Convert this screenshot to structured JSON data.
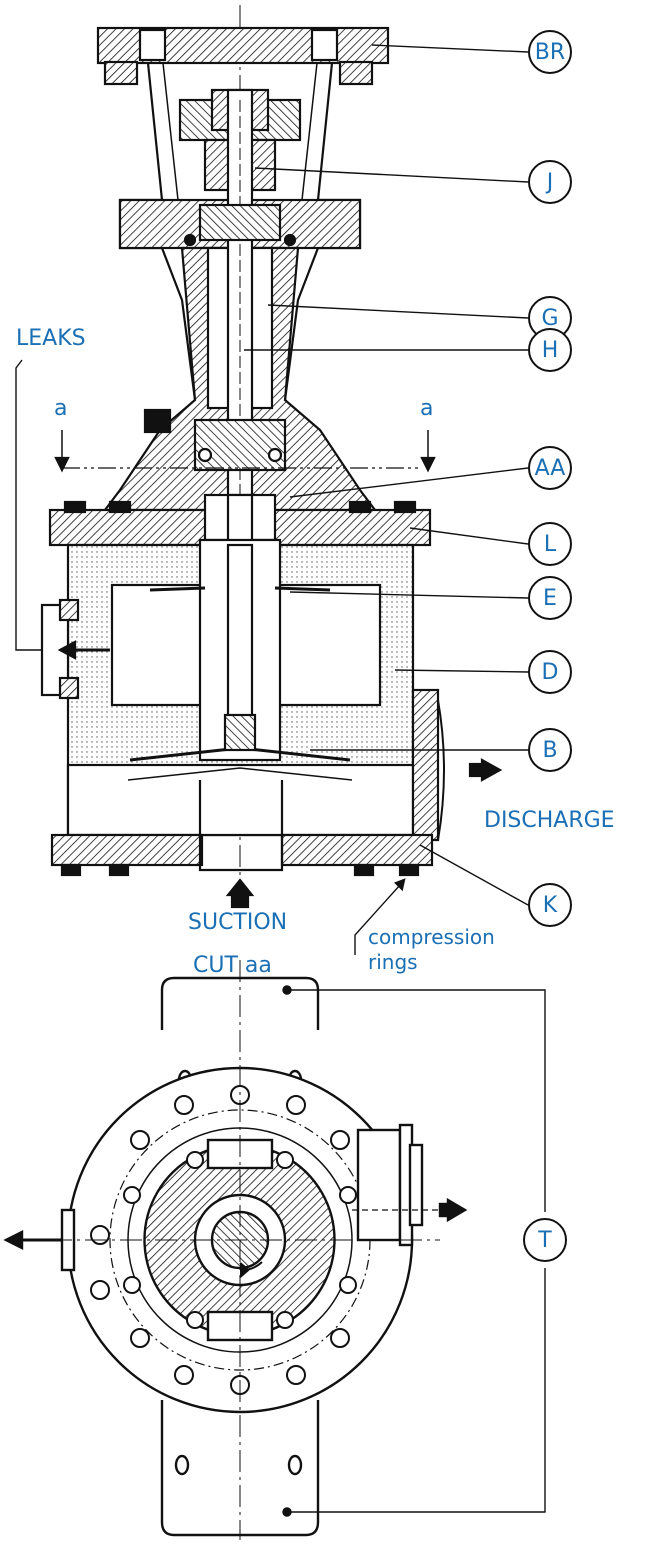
{
  "labels": {
    "leaks": "LEAKS",
    "a_left": "a",
    "a_right": "a",
    "discharge": "DISCHARGE",
    "suction": "SUCTION",
    "compression_rings_line1": "compression",
    "compression_rings_line2": "rings",
    "cut": "CUT aa"
  },
  "callouts": {
    "BR": "BR",
    "J": "J",
    "G": "G",
    "H": "H",
    "AA": "AA",
    "L": "L",
    "E": "E",
    "D": "D",
    "B": "B",
    "K": "K",
    "T": "T"
  },
  "colors": {
    "label": "#1a6fb5",
    "line": "#111111"
  }
}
